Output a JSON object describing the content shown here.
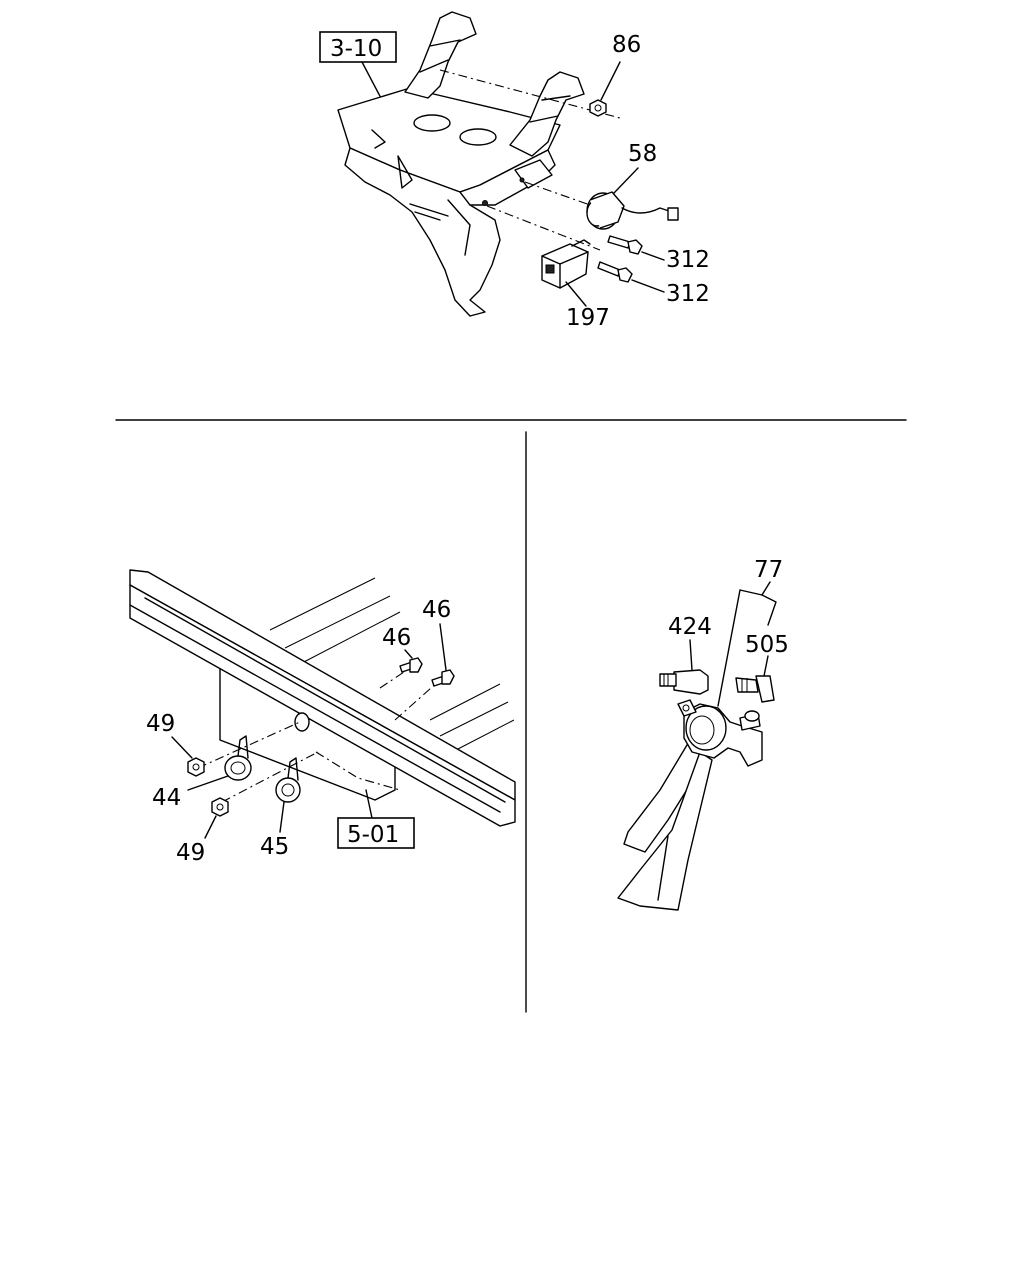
{
  "diagram": {
    "top_assembly": {
      "ref_box": "3-10",
      "callouts": {
        "nut_86": "86",
        "horn_58": "58",
        "bolt_312_upper": "312",
        "bolt_312_lower": "312",
        "relay_197": "197"
      }
    },
    "lower_left_assembly": {
      "ref_box": "5-01",
      "callouts": {
        "bolt_46_left": "46",
        "bolt_46_right": "46",
        "nut_49_upper": "49",
        "horn_44": "44",
        "nut_49_lower": "49",
        "horn_45": "45"
      }
    },
    "lower_right_assembly": {
      "callouts": {
        "horn_77": "77",
        "connector_424": "424",
        "elbow_505": "505"
      }
    }
  }
}
